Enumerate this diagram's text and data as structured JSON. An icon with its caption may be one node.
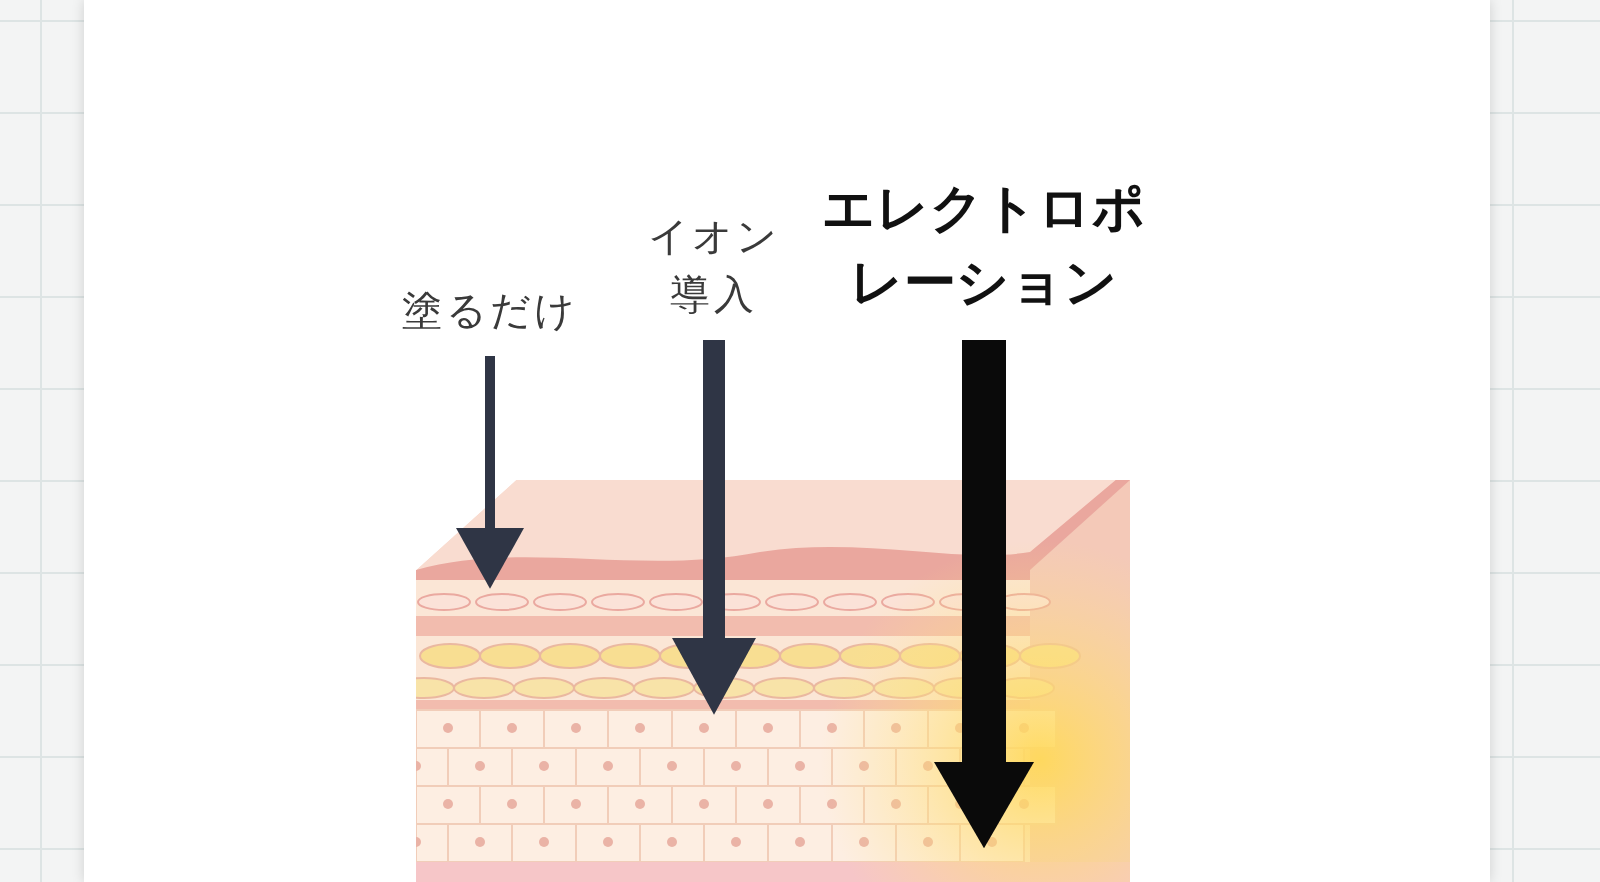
{
  "diagram": {
    "nodes": [
      {
        "text": [
          "塗るだけ"
        ]
      },
      {
        "text": [
          "イオン導入"
        ]
      },
      {
        "text": [
          "エレクトロポレーション"
        ]
      }
    ],
    "edges": [
      {
        "from": 0,
        "to": null,
        "arrow": "to"
      },
      {
        "from": 1,
        "to": null,
        "arrow": "to"
      },
      {
        "from": 2,
        "to": null,
        "arrow": "to",
        "style": "thick",
        "color": "#0a0a0a"
      }
    ]
  }
}
